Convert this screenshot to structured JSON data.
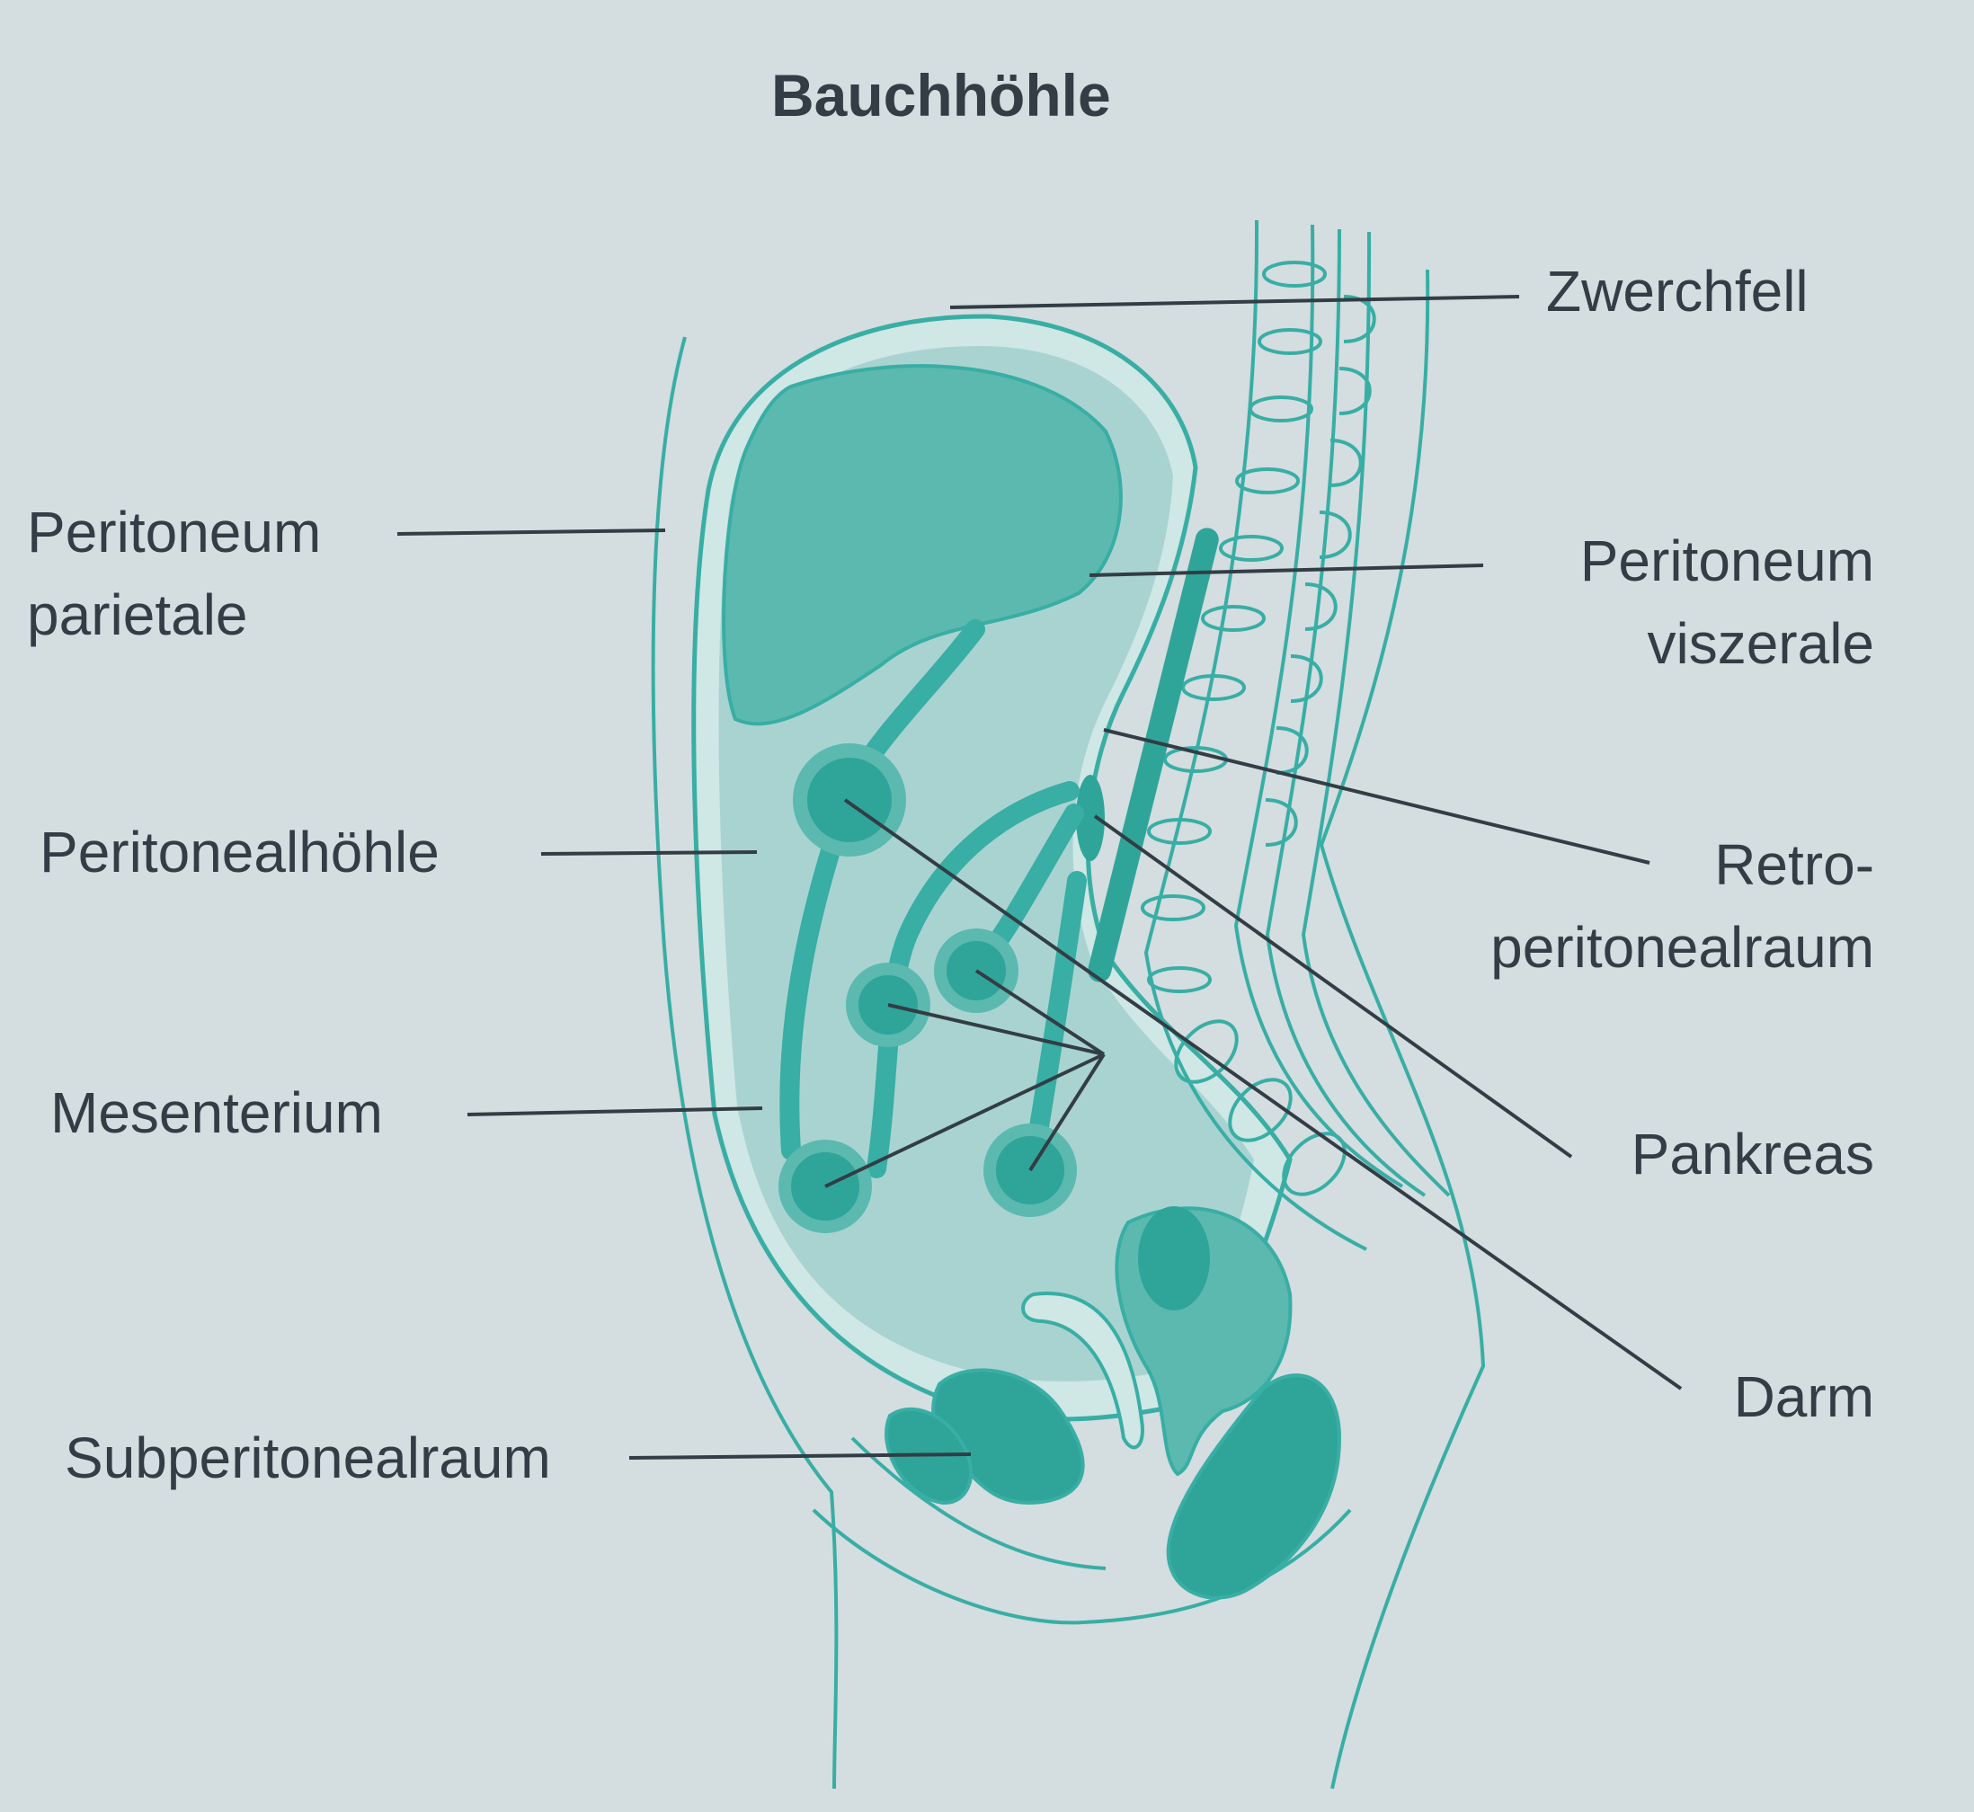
{
  "title": "Bauchhöhle",
  "labels": {
    "zwerchfell": "Zwerchfell",
    "peritoneum_parietale": [
      "Peritoneum",
      "parietale"
    ],
    "peritoneum_viszerale": [
      "Peritoneum",
      "viszerale"
    ],
    "peritonealhoehle": "Peritonealhöhle",
    "retroperitonealraum": [
      "Retro-",
      "peritonealraum"
    ],
    "mesenterium": "Mesenterium",
    "pankreas": "Pankreas",
    "darm": "Darm",
    "subperitonealraum": "Subperitonealraum"
  },
  "colors": {
    "background": "#d4dde0",
    "text": "#323d45",
    "organ_dark": "#2fa59a",
    "organ_mid": "#5bb9b0",
    "cavity_fill": "#a9d3d1",
    "outline": "#38aea4",
    "leader_line": "#323d45"
  }
}
